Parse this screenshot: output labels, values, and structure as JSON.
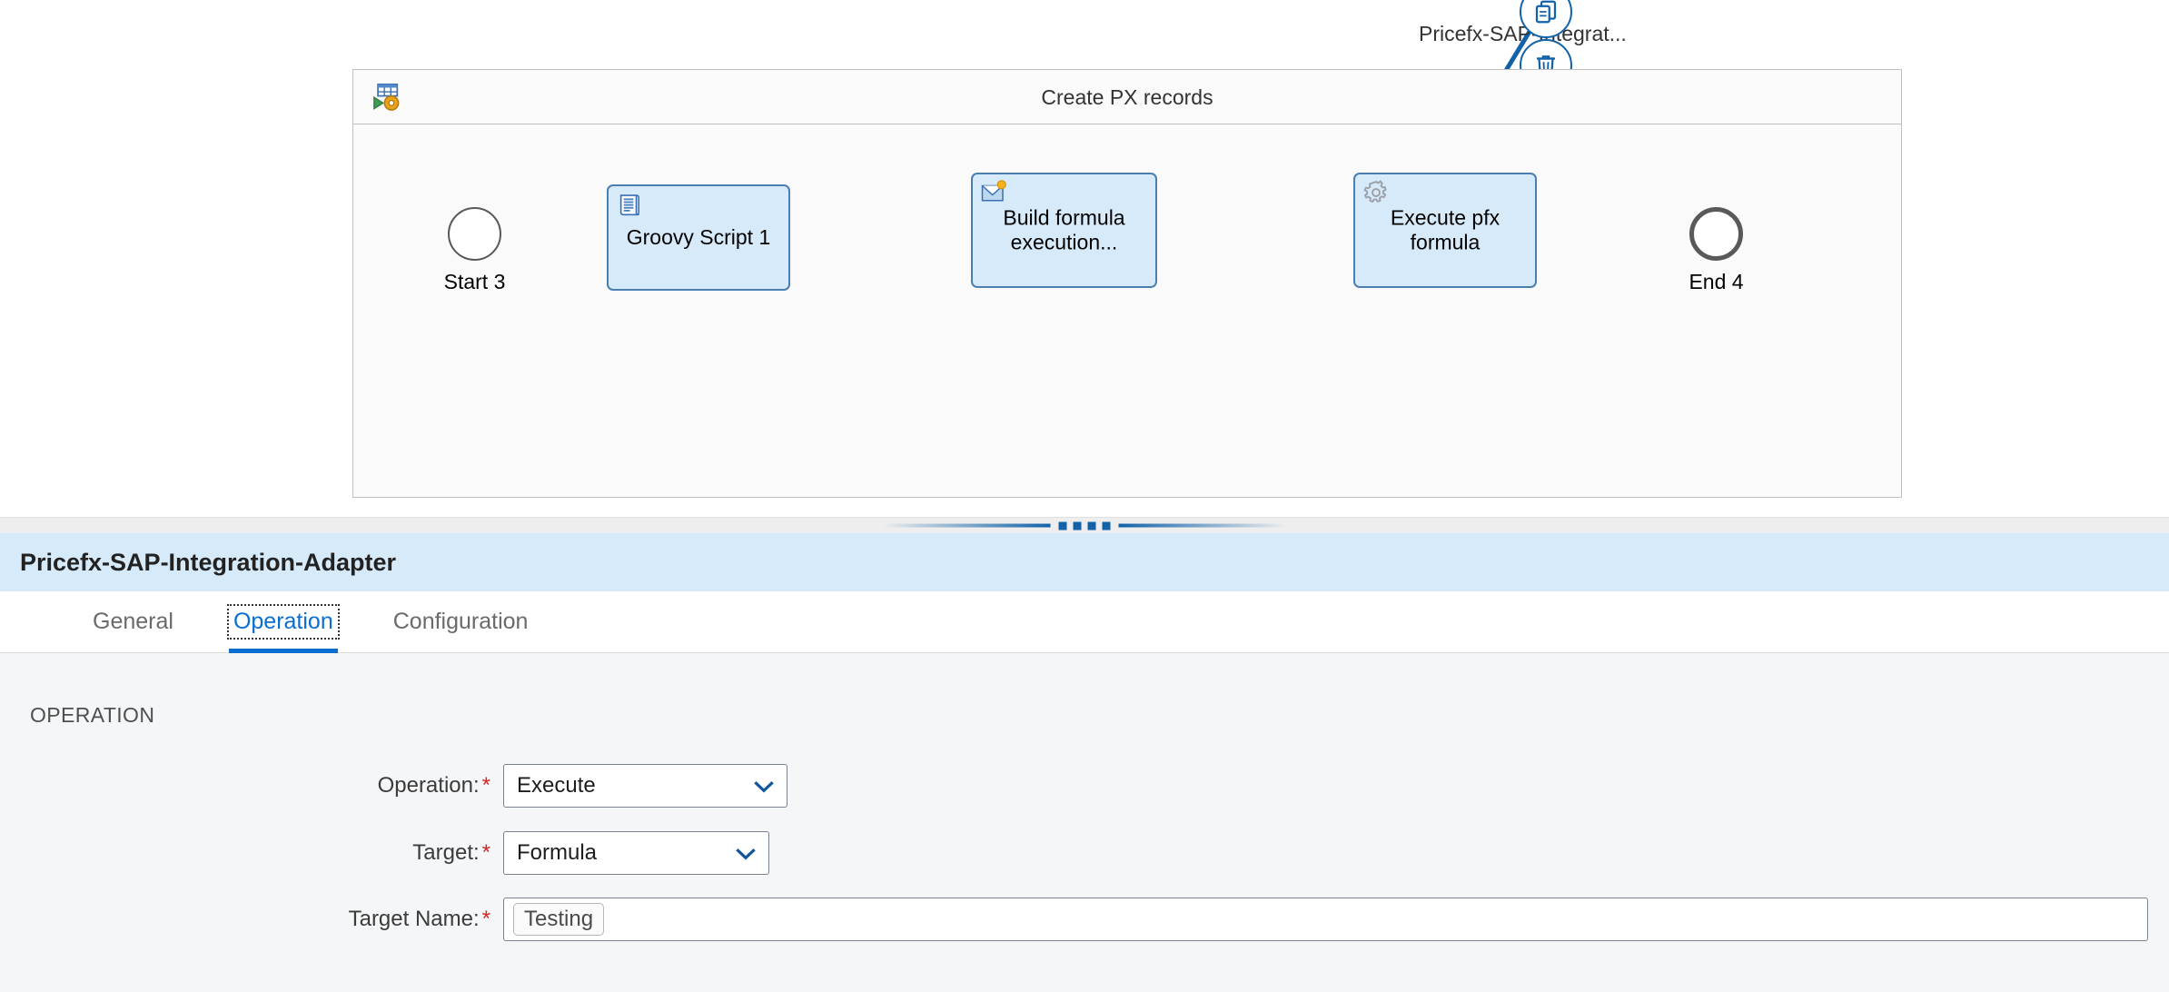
{
  "canvas": {
    "pool": {
      "title": "Create PX records",
      "icon": "integration-process-icon"
    },
    "nodes": [
      {
        "id": "start3",
        "type": "start-event",
        "label": "Start 3"
      },
      {
        "id": "groovy",
        "type": "script-task",
        "label": "Groovy Script 1",
        "icon": "script-icon"
      },
      {
        "id": "build",
        "type": "message-task",
        "label": "Build formula execution...",
        "icon": "message-envelope-icon"
      },
      {
        "id": "execute",
        "type": "service-task",
        "label": "Execute pfx formula",
        "icon": "gear-icon"
      },
      {
        "id": "end4",
        "type": "end-event",
        "label": "End 4"
      }
    ],
    "annotation": {
      "label": "Pricefx-SAP-Integrat..."
    },
    "actions": [
      {
        "name": "copy-button",
        "icon": "copy-icon"
      },
      {
        "name": "delete-button",
        "icon": "trash-icon"
      }
    ],
    "colors": {
      "task_fill": "#d6eaf9",
      "task_border": "#4a7fb0",
      "flow": "#3d7ab0",
      "accent": "#1262a9"
    }
  },
  "splitter": {
    "handle_dots": 4
  },
  "panel": {
    "title": "Pricefx-SAP-Integration-Adapter",
    "tabs": [
      {
        "label": "General",
        "active": false
      },
      {
        "label": "Operation",
        "active": true
      },
      {
        "label": "Configuration",
        "active": false
      }
    ],
    "section": {
      "heading": "OPERATION",
      "fields": [
        {
          "label": "Operation:",
          "required": true,
          "control": "select",
          "value": "Execute"
        },
        {
          "label": "Target:",
          "required": true,
          "control": "select",
          "value": "Formula"
        },
        {
          "label": "Target Name:",
          "required": true,
          "control": "token-input",
          "value": "Testing"
        }
      ]
    },
    "colors": {
      "title_bg": "#d6eaf9",
      "active_tab": "#0a6ed1",
      "required_star": "#d62424"
    }
  }
}
